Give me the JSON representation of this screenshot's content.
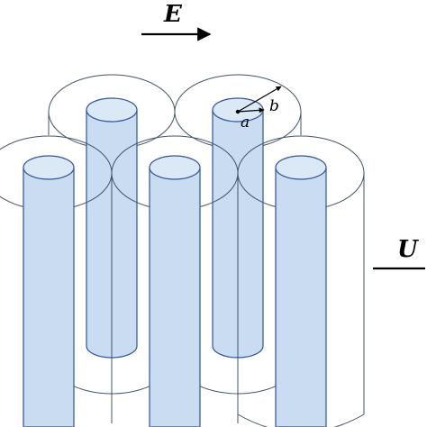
{
  "figure": {
    "labels": {
      "field": "E",
      "velocity": "U",
      "inner_radius": "a",
      "outer_radius": "b"
    },
    "colors": {
      "rod_fill": "#c9dcf1",
      "rod_cap": "#dbe8f6",
      "rod_stroke": "#2f5597",
      "shell_stroke": "#44546a",
      "text": "#000000"
    },
    "structure": {
      "back_row_cylinders": 2,
      "front_row_cylinders": 3,
      "arrangement": "hexagonal"
    }
  }
}
